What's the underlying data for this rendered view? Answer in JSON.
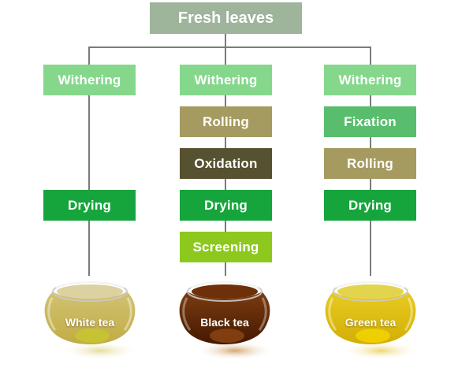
{
  "diagram": {
    "root": {
      "label": "Fresh leaves",
      "color": "#9EB49B"
    },
    "connector_color": "#7B7B7B",
    "text_color": "#FFFFFF",
    "step_colors": {
      "withering": "#85D78C",
      "fixation": "#58BD6C",
      "rolling": "#A59A60",
      "oxidation": "#565130",
      "drying": "#16A53C",
      "screening": "#8DC81E"
    },
    "columns": [
      {
        "name": "white-tea",
        "steps": [
          {
            "label": "Withering",
            "color": "#85D78C"
          },
          {
            "label": "Drying",
            "color": "#16A53C"
          }
        ],
        "cup": {
          "label": "White tea",
          "surface": "#DCD1A0",
          "body_top": "#D2C272",
          "body_bottom": "#C1AC45",
          "glow": "#C6C52F",
          "shadow": "#DFD382"
        }
      },
      {
        "name": "black-tea",
        "steps": [
          {
            "label": "Withering",
            "color": "#85D78C"
          },
          {
            "label": "Rolling",
            "color": "#A59A60"
          },
          {
            "label": "Oxidation",
            "color": "#565130"
          },
          {
            "label": "Drying",
            "color": "#16A53C"
          },
          {
            "label": "Screening",
            "color": "#8DC81E"
          }
        ],
        "cup": {
          "label": "Black tea",
          "surface": "#6E3009",
          "body_top": "#7C3D10",
          "body_bottom": "#451802",
          "glow": "#8A4410",
          "shadow": "#C98E4C"
        }
      },
      {
        "name": "green-tea",
        "steps": [
          {
            "label": "Withering",
            "color": "#85D78C"
          },
          {
            "label": "Fixation",
            "color": "#58BD6C"
          },
          {
            "label": "Rolling",
            "color": "#A59A60"
          },
          {
            "label": "Drying",
            "color": "#16A53C"
          }
        ],
        "cup": {
          "label": "Green tea",
          "surface": "#E3D44E",
          "body_top": "#E8CB20",
          "body_bottom": "#D2AE06",
          "glow": "#F2D400",
          "shadow": "#E9CC4E"
        }
      }
    ]
  }
}
